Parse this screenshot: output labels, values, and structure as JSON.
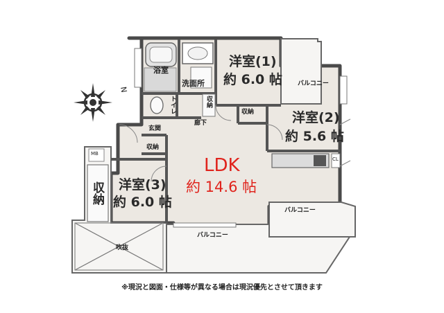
{
  "rooms": {
    "western1": {
      "name": "洋室(1)",
      "area": "約 6.0 帖"
    },
    "western2": {
      "name": "洋室(2)",
      "area": "約 5.6 帖"
    },
    "western3": {
      "name": "洋室(3)",
      "area": "約 6.0 帖"
    },
    "ldk": {
      "name": "LDK",
      "area": "約 14.6 帖"
    }
  },
  "labels": {
    "bath": "浴室",
    "washroom": "洗面所",
    "toilet": "トイレ",
    "storage": "収納",
    "entrance": "玄関",
    "hallway": "廊下",
    "balcony": "バルコニー",
    "atrium": "吹抜",
    "mb": "MB",
    "cl": "CL"
  },
  "compass": {
    "label": "N"
  },
  "note": "※現況と図面・仕様等が異なる場合は現況優先とさせて頂きます",
  "colors": {
    "ldk_text": "#e0231c",
    "wall": "#4a4a4a",
    "floor": "#ece8e2"
  }
}
